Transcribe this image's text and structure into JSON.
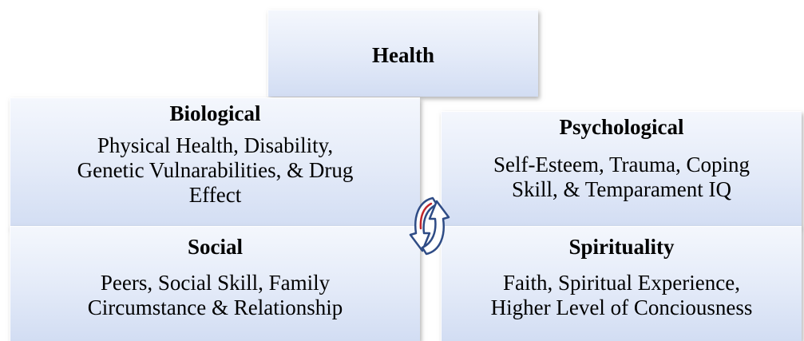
{
  "health": {
    "title": "Health"
  },
  "biological": {
    "title": "Biological",
    "lines": [
      "Physical Health, Disability,",
      "Genetic Vulnarabilities, & Drug",
      "Effect"
    ]
  },
  "psychological": {
    "title": "Psychological",
    "lines": [
      "Self-Esteem, Trauma, Coping",
      "Skill, & Temparament IQ"
    ]
  },
  "social": {
    "title": "Social",
    "lines": [
      "Peers, Social Skill, Family",
      "Circumstance & Relationship"
    ]
  },
  "spirituality": {
    "title": "Spirituality",
    "lines": [
      "Faith, Spiritual Experience,",
      "Higher Level of Conciousness"
    ]
  },
  "cycle_icon": {
    "name": "cycle-arrows-icon",
    "colors": {
      "outline": "#2f4c86",
      "fill": "#ffffff",
      "accent": "#c0262b"
    }
  }
}
